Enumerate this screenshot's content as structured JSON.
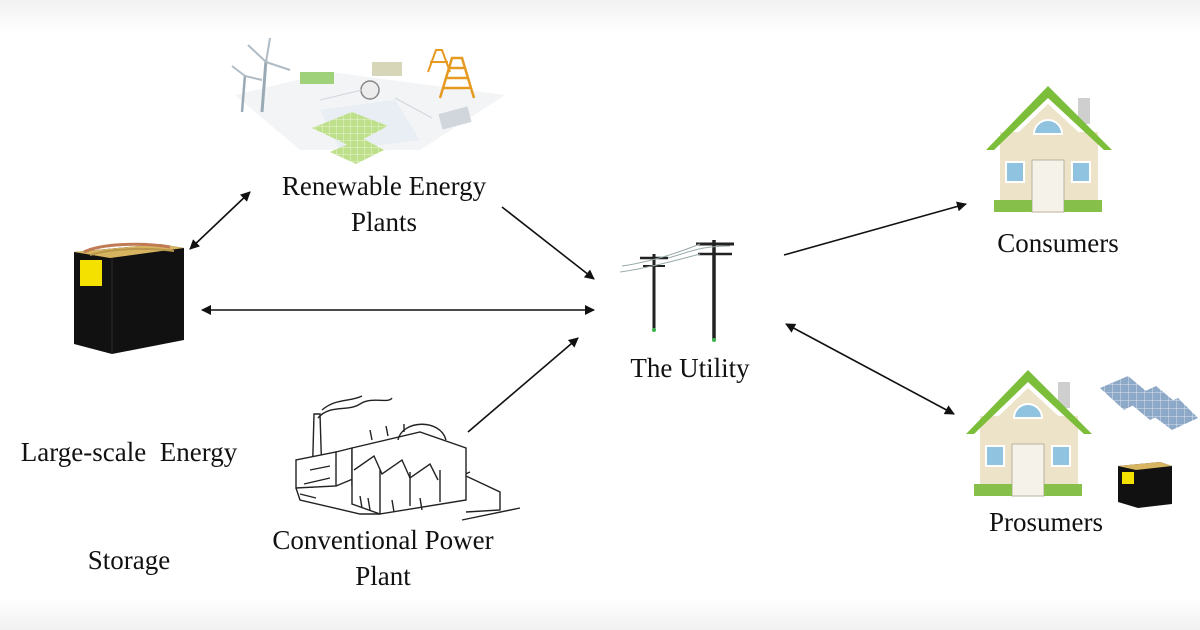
{
  "nodes": {
    "renewable": {
      "line1": "Renewable Energy",
      "line2": "Plants"
    },
    "storage": {
      "line1": "Large-scale  Energy",
      "line2": "Storage"
    },
    "conventional": {
      "line1": "Conventional Power",
      "line2": "Plant"
    },
    "utility": {
      "label": "The Utility"
    },
    "consumers": {
      "label": "Consumers"
    },
    "prosumers": {
      "label": "Prosumers"
    }
  },
  "colors": {
    "roof": "#7cbe3a",
    "house_wall": "#ede3c8",
    "window": "#8fc3df",
    "battery": "#111111",
    "battery_label": "#f5e100",
    "arrow": "#111111"
  }
}
